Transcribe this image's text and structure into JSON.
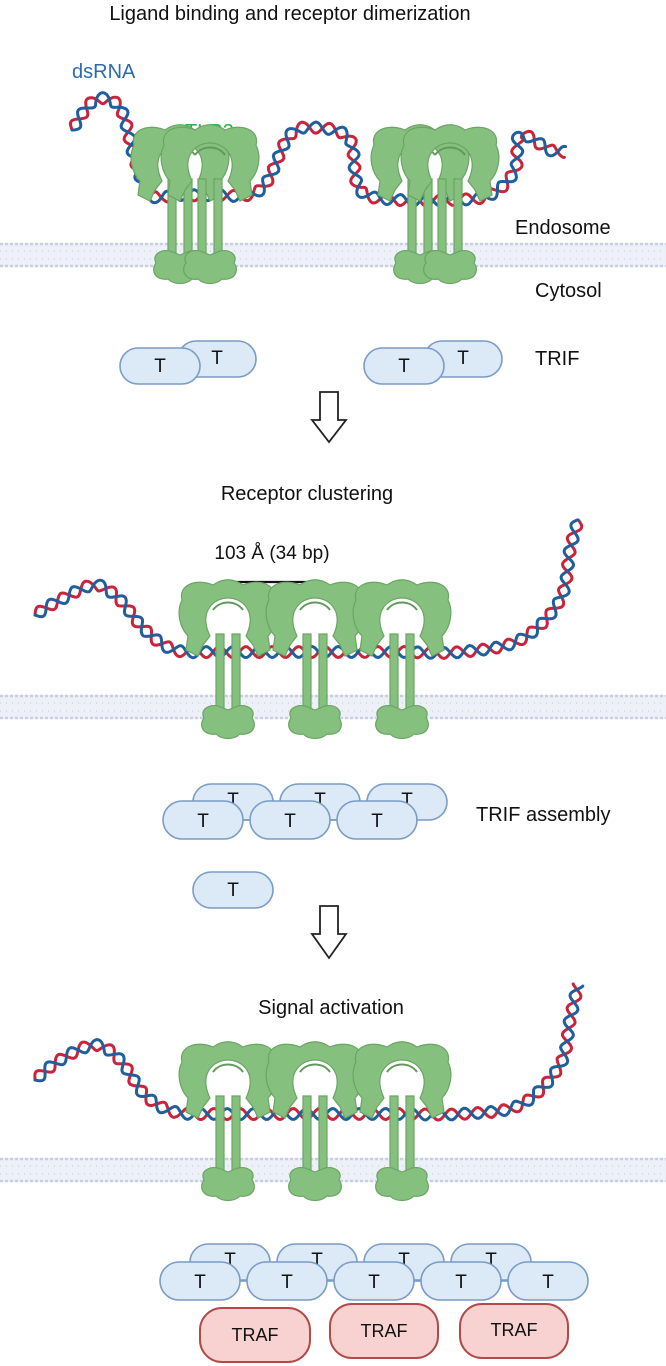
{
  "panels": {
    "dimerization": {
      "title": "Ligand binding and receptor dimerization",
      "dsrna_label": "dsRNA",
      "tlr3_label": "TLR3",
      "endosome_label": "Endosome",
      "cytosol_label": "Cytosol",
      "trif_label": "TRIF",
      "trif_pill_text": "T"
    },
    "clustering": {
      "title": "Receptor clustering",
      "spacing_label": "103 Å (34 bp)",
      "trif_assembly_label": "TRIF assembly",
      "trif_pill_text": "T"
    },
    "activation": {
      "title": "Signal activation",
      "trif_pill_text": "T",
      "traf_labels": [
        "TRAF",
        "TRAF",
        "TRAF"
      ]
    }
  },
  "colors": {
    "dsrna_strand_blue": "#1f5f9c",
    "dsrna_strand_red": "#c8243a",
    "dsrna_label": "#2b6cb0",
    "tlr3": "#86c07f",
    "tlr3_label": "#2fb24c",
    "membrane": "#c9cfe2",
    "trif_fill": "#dce9f7",
    "trif_stroke": "#7a9cc6",
    "traf_fill": "#f7d2d0",
    "traf_stroke": "#b24a48"
  },
  "icons": [
    "down-arrow-icon",
    "down-arrow-icon"
  ]
}
